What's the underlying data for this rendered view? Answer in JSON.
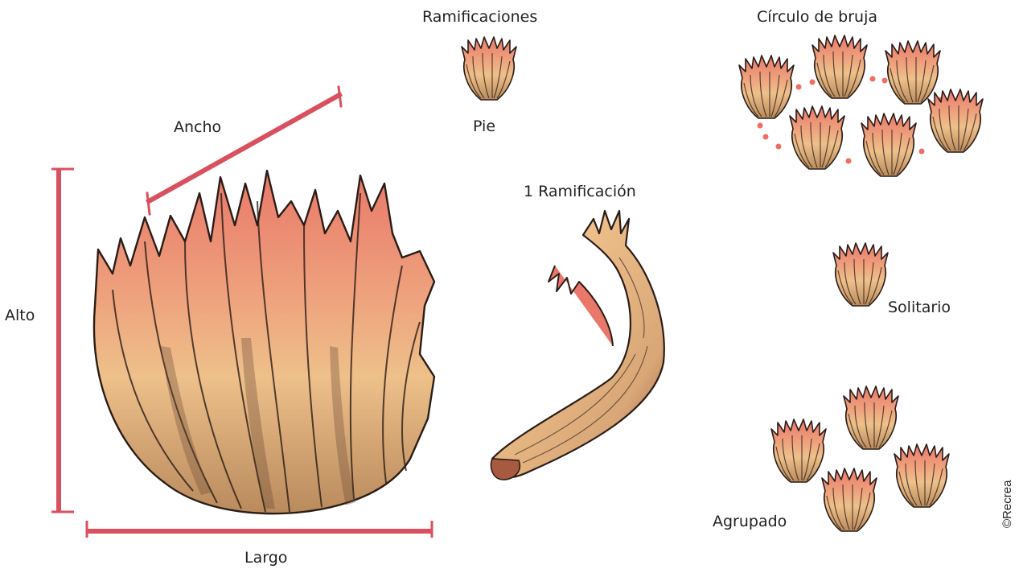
{
  "labels": {
    "ramificaciones": "Ramificaciones",
    "pie": "Pie",
    "circulo": "Círculo de bruja",
    "ancho": "Ancho",
    "alto": "Alto",
    "largo": "Largo",
    "una_ramificacion": "1 Ramificación",
    "solitario": "Solitario",
    "agrupado": "Agrupado",
    "credit": "©Recrea"
  },
  "colors": {
    "measure": "#d9505e",
    "stem": "#eec08a",
    "stem_shade": "#b98a5c",
    "tip": "#e9786a",
    "outline": "#2a1d18",
    "stem_base": "#a85a40",
    "dot": "#ee6f62"
  },
  "icons": {
    "fungus": "coral-fungus-icon",
    "branch": "single-branch-icon"
  }
}
